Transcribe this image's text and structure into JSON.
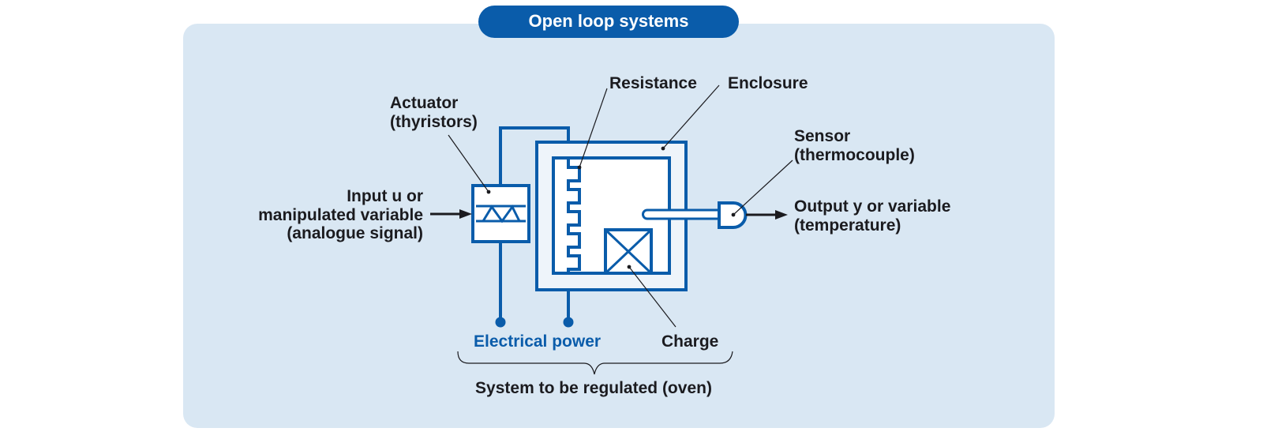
{
  "title": "Open loop systems",
  "labels": {
    "resistance": "Resistance",
    "enclosure": "Enclosure",
    "actuator_line1": "Actuator",
    "actuator_line2": "(thyristors)",
    "sensor_line1": "Sensor",
    "sensor_line2": "(thermocouple)",
    "input_line1": "Input u or",
    "input_line2": "manipulated variable",
    "input_line3": "(analogue signal)",
    "output_line1": "Output y or variable",
    "output_line2": "(temperature)",
    "electrical_power": "Electrical power",
    "charge": "Charge",
    "system": "System to be regulated (oven)"
  },
  "colors": {
    "panel_background": "#d9e7f3",
    "accent_blue": "#0a5caa",
    "inner_fill": "#eef4fa",
    "text": "#1b1b1f"
  }
}
